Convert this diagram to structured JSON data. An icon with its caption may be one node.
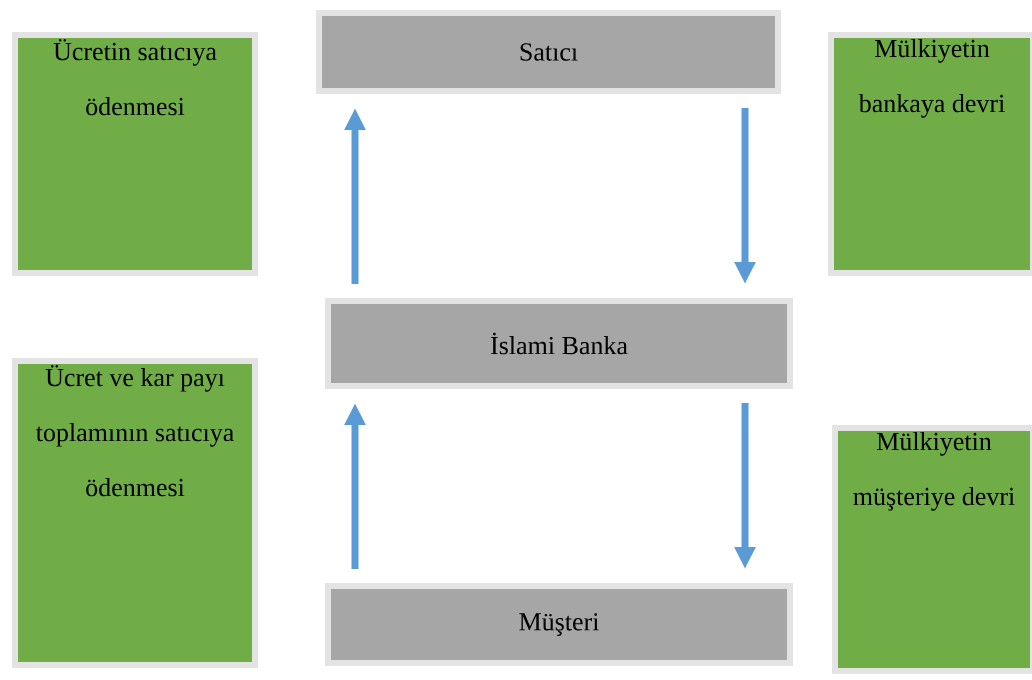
{
  "diagram": {
    "nodes": [
      {
        "text": [
          "Ücretin satıcıya ödenmesi"
        ]
      },
      {
        "text": [
          "Satıcı"
        ]
      },
      {
        "text": [
          "Mülkiyetin bankaya devri"
        ]
      },
      {
        "text": [
          "İslami Banka"
        ]
      },
      {
        "text": [
          "Ücret ve kar payı toplamının satıcıya ödenmesi"
        ]
      },
      {
        "text": [
          "Mülkiyetin müşteriye devri"
        ]
      },
      {
        "text": [
          "Müşteri"
        ]
      }
    ],
    "edges": [
      {
        "from": 3,
        "to": 1,
        "arrow": "to"
      },
      {
        "from": 1,
        "to": 3,
        "arrow": "to"
      },
      {
        "from": 6,
        "to": 3,
        "arrow": "to"
      },
      {
        "from": 3,
        "to": 6,
        "arrow": "to"
      }
    ]
  }
}
